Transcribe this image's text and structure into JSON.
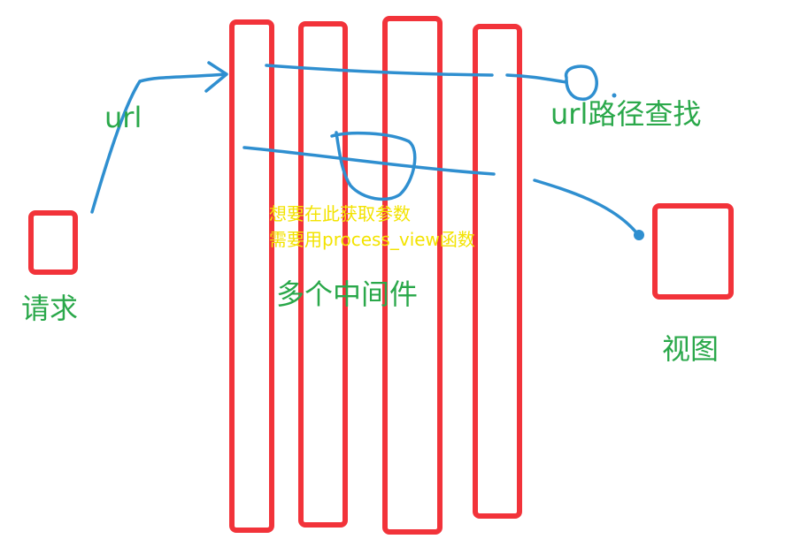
{
  "labels": {
    "request": "请求",
    "url": "url",
    "middlewares": "多个中间件",
    "url_lookup": "url路径查找",
    "view": "视图",
    "note_line1": "想要在此获取参数",
    "note_line2": "需要用process_view函数"
  },
  "colors": {
    "box": "#f2333a",
    "arrow": "#2f8fd0",
    "green_text": "#2aa84a",
    "note_text": "#f3e300"
  }
}
